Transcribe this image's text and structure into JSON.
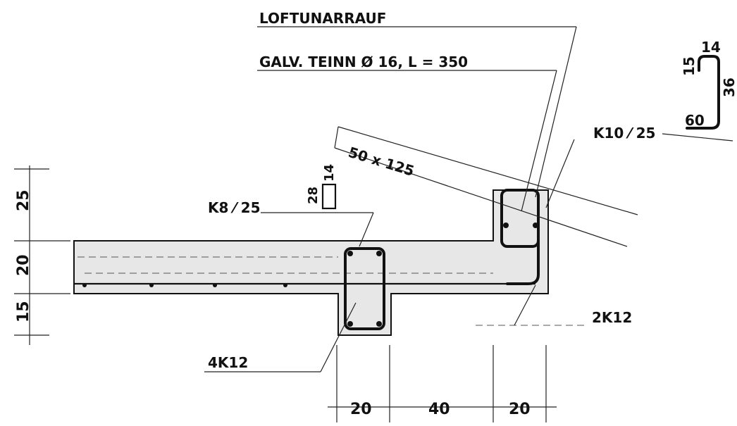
{
  "labels": {
    "title": "LOFTUNARRAUF",
    "spec": "GALV. TEINN  Ø 16,  L = 350",
    "stirrup_right": "K10 ⁄ 25",
    "stirrup_beam": "K8 ⁄ 25",
    "timber": "50 x 125",
    "bars_right": "2K12",
    "bars_beam": "4K12"
  },
  "dims_vertical": [
    "25",
    "20",
    "15"
  ],
  "dims_horizontal": [
    "20",
    "40",
    "20"
  ],
  "stirrup_small": {
    "height": "28",
    "width": "14"
  },
  "hook_detail": {
    "top": "14",
    "left": "15",
    "right": "36",
    "bottom": "60"
  }
}
